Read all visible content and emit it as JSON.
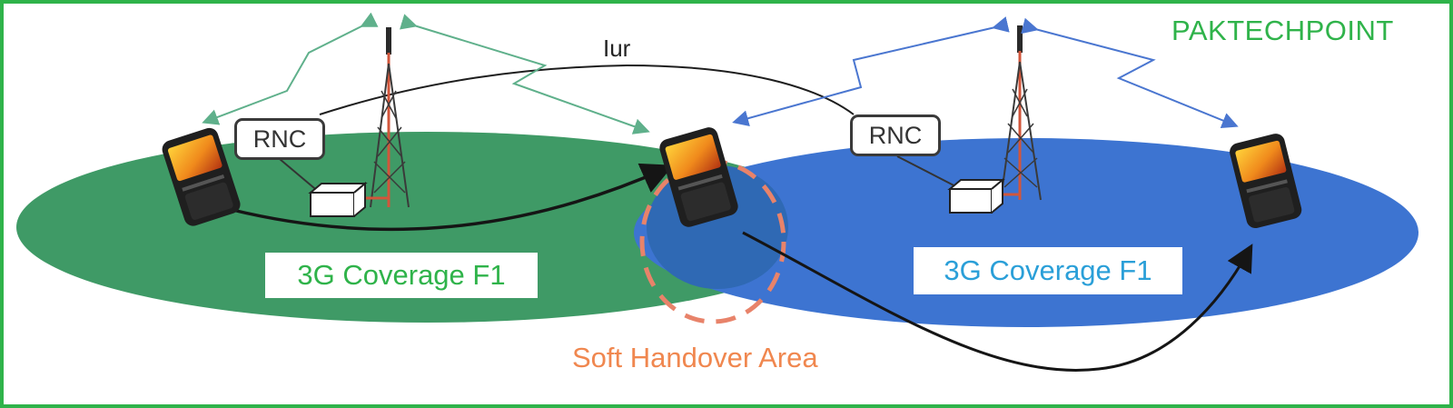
{
  "watermark": "PAKTECHPOINT",
  "link_label": "Iur",
  "rnc": {
    "left": "RNC",
    "right": "RNC"
  },
  "coverage": {
    "left": "3G Coverage F1",
    "right": "3G Coverage F1"
  },
  "handover_label": "Soft Handover Area",
  "colors": {
    "frame": "#2fb34a",
    "left_coverage": "#3f9a66",
    "right_coverage": "#3d74d1",
    "overlap": "#2f69b4",
    "left_signal": "#5fb08b",
    "right_signal": "#4a76d0",
    "handover_ring": "#e8836a",
    "tower": "#d2563b"
  },
  "icons": [
    "phone-icon",
    "cell-tower-icon",
    "node-b-box-icon",
    "signal-arrow-icon"
  ]
}
